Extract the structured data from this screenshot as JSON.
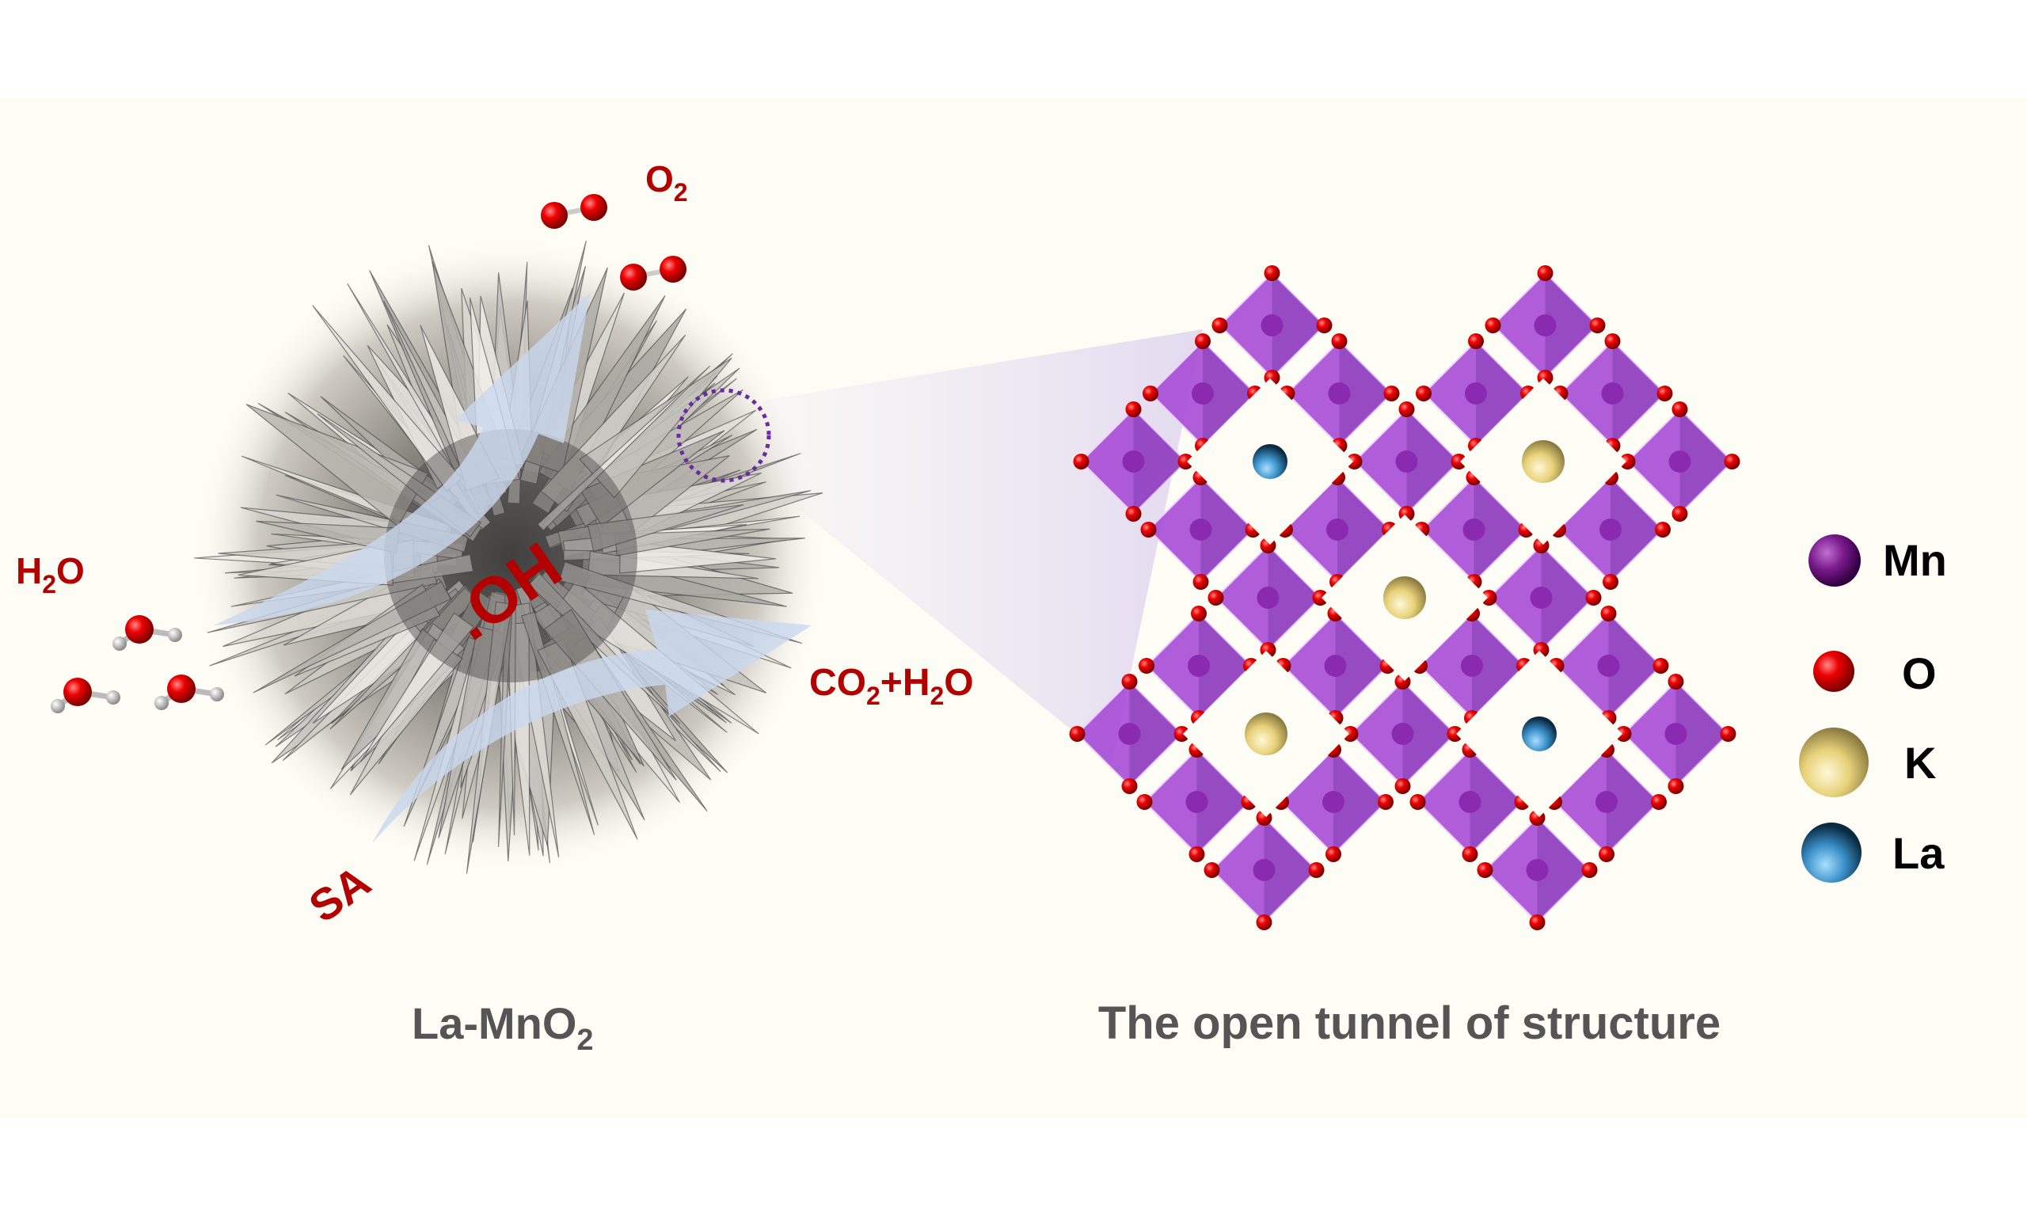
{
  "left_panel": {
    "caption": "La-MnO",
    "caption_sub": "2",
    "o2_label": "O",
    "o2_sub": "2",
    "h2o_label_h": "H",
    "h2o_label_sub": "2",
    "h2o_label_o": "O",
    "oh_label": ".OH",
    "product_co": "CO",
    "product_sub1": "2",
    "product_mid": "+H",
    "product_sub2": "2",
    "product_o": "O",
    "reactant_label": "SA"
  },
  "right_panel": {
    "caption": "The open tunnel of structure",
    "legend": [
      {
        "label": "Mn",
        "color": "#7a1a8c"
      },
      {
        "label": "O",
        "color": "#e00000"
      },
      {
        "label": "K",
        "color": "#e8d27a"
      },
      {
        "label": "La",
        "color": "#3a8fc8"
      }
    ]
  },
  "colors": {
    "label_red": "#b30000",
    "caption_gray": "#555555",
    "octahedron": "#a64bd6",
    "arrow": "#c9d8ee"
  }
}
